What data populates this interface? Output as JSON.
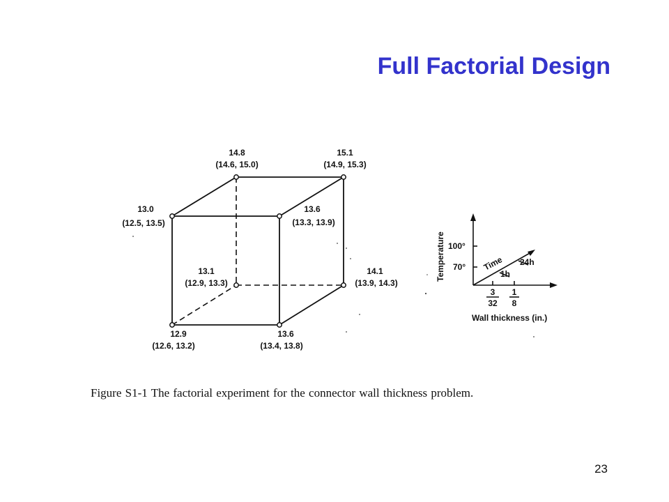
{
  "slide": {
    "title": "Full Factorial Design",
    "caption": "Figure S1-1  The factorial experiment for the connector wall thickness problem.",
    "page_number": "23"
  },
  "cube": {
    "vertices": [
      {
        "id": "back-top-left",
        "mean": "14.8",
        "range": "(14.6, 15.0)"
      },
      {
        "id": "back-top-right",
        "mean": "15.1",
        "range": "(14.9, 15.3)"
      },
      {
        "id": "front-top-left",
        "mean": "13.0",
        "range": "(12.5, 13.5)"
      },
      {
        "id": "front-top-right",
        "mean": "13.6",
        "range": "(13.3, 13.9)"
      },
      {
        "id": "back-bottom-left",
        "mean": "13.1",
        "range": "(12.9, 13.3)"
      },
      {
        "id": "back-bottom-right",
        "mean": "14.1",
        "range": "(13.9, 14.3)"
      },
      {
        "id": "front-bottom-left",
        "mean": "12.9",
        "range": "(12.6, 13.2)"
      },
      {
        "id": "front-bottom-right",
        "mean": "13.6",
        "range": "(13.4, 13.8)"
      }
    ]
  },
  "key": {
    "y_axis_label": "Temperature",
    "y_tick_high": "100°",
    "y_tick_low": "70°",
    "depth_axis_label": "Time",
    "depth_tick_high": "24h",
    "depth_tick_low": "1h",
    "x_tick_low_num": "3",
    "x_tick_low_den": "32",
    "x_tick_high_num": "1",
    "x_tick_high_den": "8",
    "x_axis_label": "Wall thickness (in.)"
  }
}
